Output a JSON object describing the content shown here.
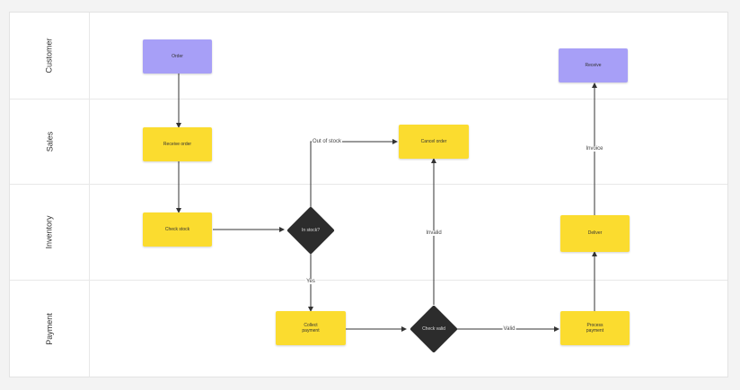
{
  "lanes": [
    {
      "id": "customer",
      "label": "Customer"
    },
    {
      "id": "sales",
      "label": "Sales"
    },
    {
      "id": "inventory",
      "label": "Inventory"
    },
    {
      "id": "payment",
      "label": "Payment"
    }
  ],
  "nodes": [
    {
      "id": "order",
      "type": "event",
      "label": "Order"
    },
    {
      "id": "receive-order",
      "type": "task",
      "label": "Receive order"
    },
    {
      "id": "check-stock",
      "type": "task",
      "label": "Check stock"
    },
    {
      "id": "in-stock",
      "type": "decision",
      "label": "In stock?"
    },
    {
      "id": "cancel-order",
      "type": "task",
      "label": "Cancel order"
    },
    {
      "id": "collect-payment",
      "type": "task",
      "label": "Collect\npayment"
    },
    {
      "id": "check-valid",
      "type": "decision",
      "label": "Check valid"
    },
    {
      "id": "process-payment",
      "type": "task",
      "label": "Process\npayment"
    },
    {
      "id": "deliver",
      "type": "task",
      "label": "Deliver"
    },
    {
      "id": "receive",
      "type": "event",
      "label": "Receive"
    }
  ],
  "edges": [
    {
      "from": "order",
      "to": "receive-order",
      "label": ""
    },
    {
      "from": "receive-order",
      "to": "check-stock",
      "label": ""
    },
    {
      "from": "check-stock",
      "to": "in-stock",
      "label": ""
    },
    {
      "from": "in-stock",
      "to": "cancel-order",
      "label": "Out of stock"
    },
    {
      "from": "in-stock",
      "to": "collect-payment",
      "label": "Yes"
    },
    {
      "from": "collect-payment",
      "to": "check-valid",
      "label": ""
    },
    {
      "from": "check-valid",
      "to": "cancel-order",
      "label": "Invalid"
    },
    {
      "from": "check-valid",
      "to": "process-payment",
      "label": "Valid"
    },
    {
      "from": "process-payment",
      "to": "deliver",
      "label": ""
    },
    {
      "from": "deliver",
      "to": "receive",
      "label": "Invoice"
    }
  ],
  "colors": {
    "task": "#fbdc2f",
    "event": "#a79ff7",
    "decision": "#2c2c2c",
    "edge": "#333333"
  }
}
